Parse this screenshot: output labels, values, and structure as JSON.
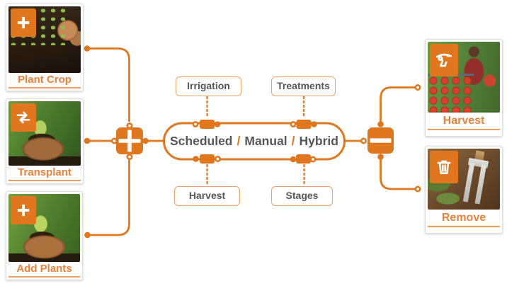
{
  "colors": {
    "orange": "#E0771E",
    "orange_soft": "#ECA05C",
    "tag_border": "#F0A263",
    "text_gray": "#55565A",
    "card_label_orange": "#E8813B"
  },
  "left_cards": [
    {
      "label": "Plant Crop",
      "icon": "plus-icon"
    },
    {
      "label": "Transplant",
      "icon": "transfer-arrows-icon"
    },
    {
      "label": "Add Plants",
      "icon": "plus-icon"
    }
  ],
  "right_cards": [
    {
      "label": "Harvest",
      "icon": "hand-pick-icon"
    },
    {
      "label": "Remove",
      "icon": "trash-icon"
    }
  ],
  "pill": {
    "option1": "Scheduled",
    "slash1": "/",
    "option2": "Manual",
    "slash2": "/",
    "option3": "Hybrid"
  },
  "tags": {
    "top_left": "Irrigation",
    "top_right": "Treatments",
    "bottom_left": "Harvest",
    "bottom_right": "Stages"
  }
}
